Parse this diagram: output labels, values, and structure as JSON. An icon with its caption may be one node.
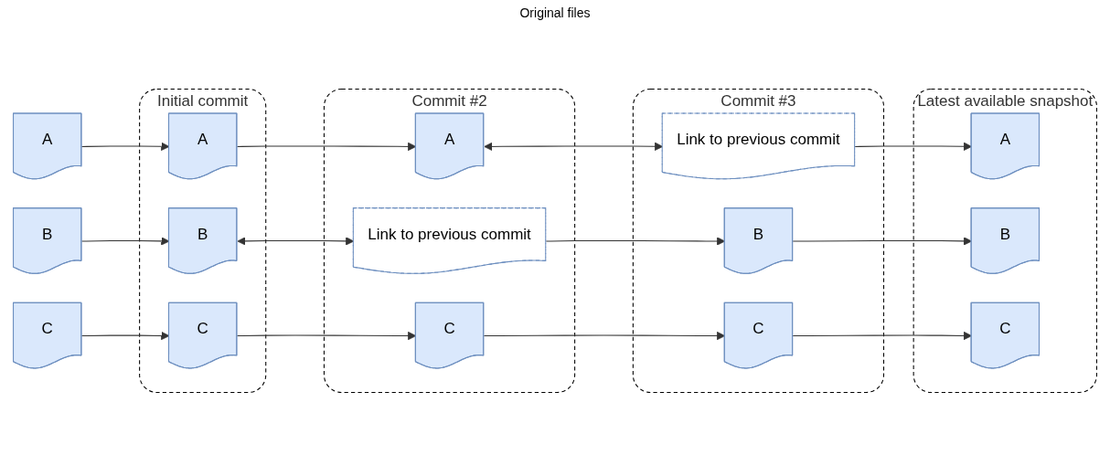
{
  "diagram": {
    "nodes": [
      {
        "text": [
          "A"
        ]
      },
      {
        "text": [
          "B"
        ]
      },
      {
        "text": [
          "C"
        ]
      },
      {
        "text": [
          "Initial commit"
        ]
      },
      {
        "text": [
          "A"
        ],
        "in": 3
      },
      {
        "text": [
          "B"
        ],
        "in": 3
      },
      {
        "text": [
          "C"
        ],
        "in": 3
      },
      {
        "text": [
          "Commit #2"
        ]
      },
      {
        "text": [
          "A"
        ],
        "in": 7
      },
      {
        "text": [
          "Link to previous commit"
        ],
        "in": 7
      },
      {
        "text": [
          "C"
        ],
        "in": 7
      },
      {
        "text": [
          "Commit #3"
        ]
      },
      {
        "text": [
          "Link to previous commit"
        ],
        "in": 11
      },
      {
        "text": [
          "B"
        ],
        "in": 11
      },
      {
        "text": [
          "C"
        ],
        "in": 11
      },
      {
        "text": [
          "Latest available snapshot"
        ]
      },
      {
        "text": [
          "A"
        ],
        "in": 15
      },
      {
        "text": [
          "B"
        ],
        "in": 15
      },
      {
        "text": [
          "C"
        ],
        "in": 15
      }
    ],
    "edges": [
      {
        "from": 0,
        "to": 4,
        "arrow": "to"
      },
      {
        "from": 1,
        "to": 5,
        "arrow": "to"
      },
      {
        "from": 2,
        "to": 6,
        "arrow": "to"
      },
      {
        "from": 4,
        "to": 8,
        "arrow": "to"
      },
      {
        "from": 5,
        "to": 9,
        "arrow": "both"
      },
      {
        "from": 6,
        "to": 10,
        "arrow": "to"
      },
      {
        "from": 8,
        "to": 12,
        "arrow": "both"
      },
      {
        "from": 9,
        "to": 13,
        "arrow": "to"
      },
      {
        "from": 10,
        "to": 14,
        "arrow": "to"
      },
      {
        "from": 12,
        "to": 16,
        "arrow": "to"
      },
      {
        "from": 13,
        "to": 17,
        "arrow": "to"
      },
      {
        "from": 14,
        "to": 18,
        "arrow": "to"
      }
    ],
    "labels": [
      "Original files"
    ]
  }
}
